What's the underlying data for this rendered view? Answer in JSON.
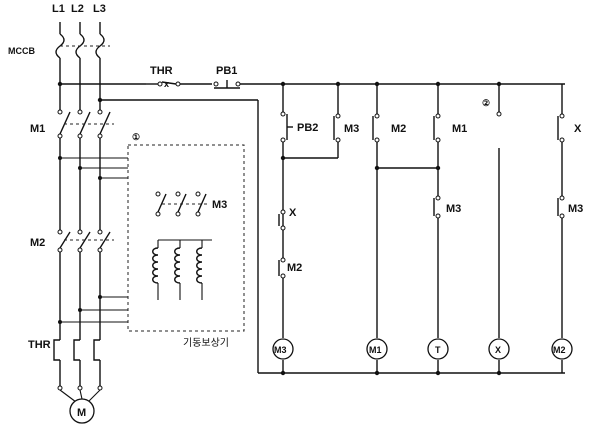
{
  "phases": {
    "l1": "L1",
    "l2": "L2",
    "l3": "L3"
  },
  "labels": {
    "mccb": "MCCB",
    "thr_top": "THR",
    "pb1": "PB1",
    "m1": "M1",
    "m2": "M2",
    "thr_left": "THR",
    "marker1": "①",
    "marker2": "②",
    "m3_contact": "M3",
    "compensator": "기동보상기",
    "motor": "M"
  },
  "branches": {
    "b1": {
      "top": "PB2",
      "mid": "X",
      "low": "M2",
      "coil": "M3"
    },
    "b2": {
      "top": "M3"
    },
    "b3": {
      "top": "M2",
      "coil": "M1"
    },
    "b4": {
      "top": "M1",
      "mid": "M3",
      "coil": "T"
    },
    "b5": {
      "coil": "X"
    },
    "b6": {
      "top": "X",
      "mid": "M3",
      "coil": "M2"
    }
  }
}
